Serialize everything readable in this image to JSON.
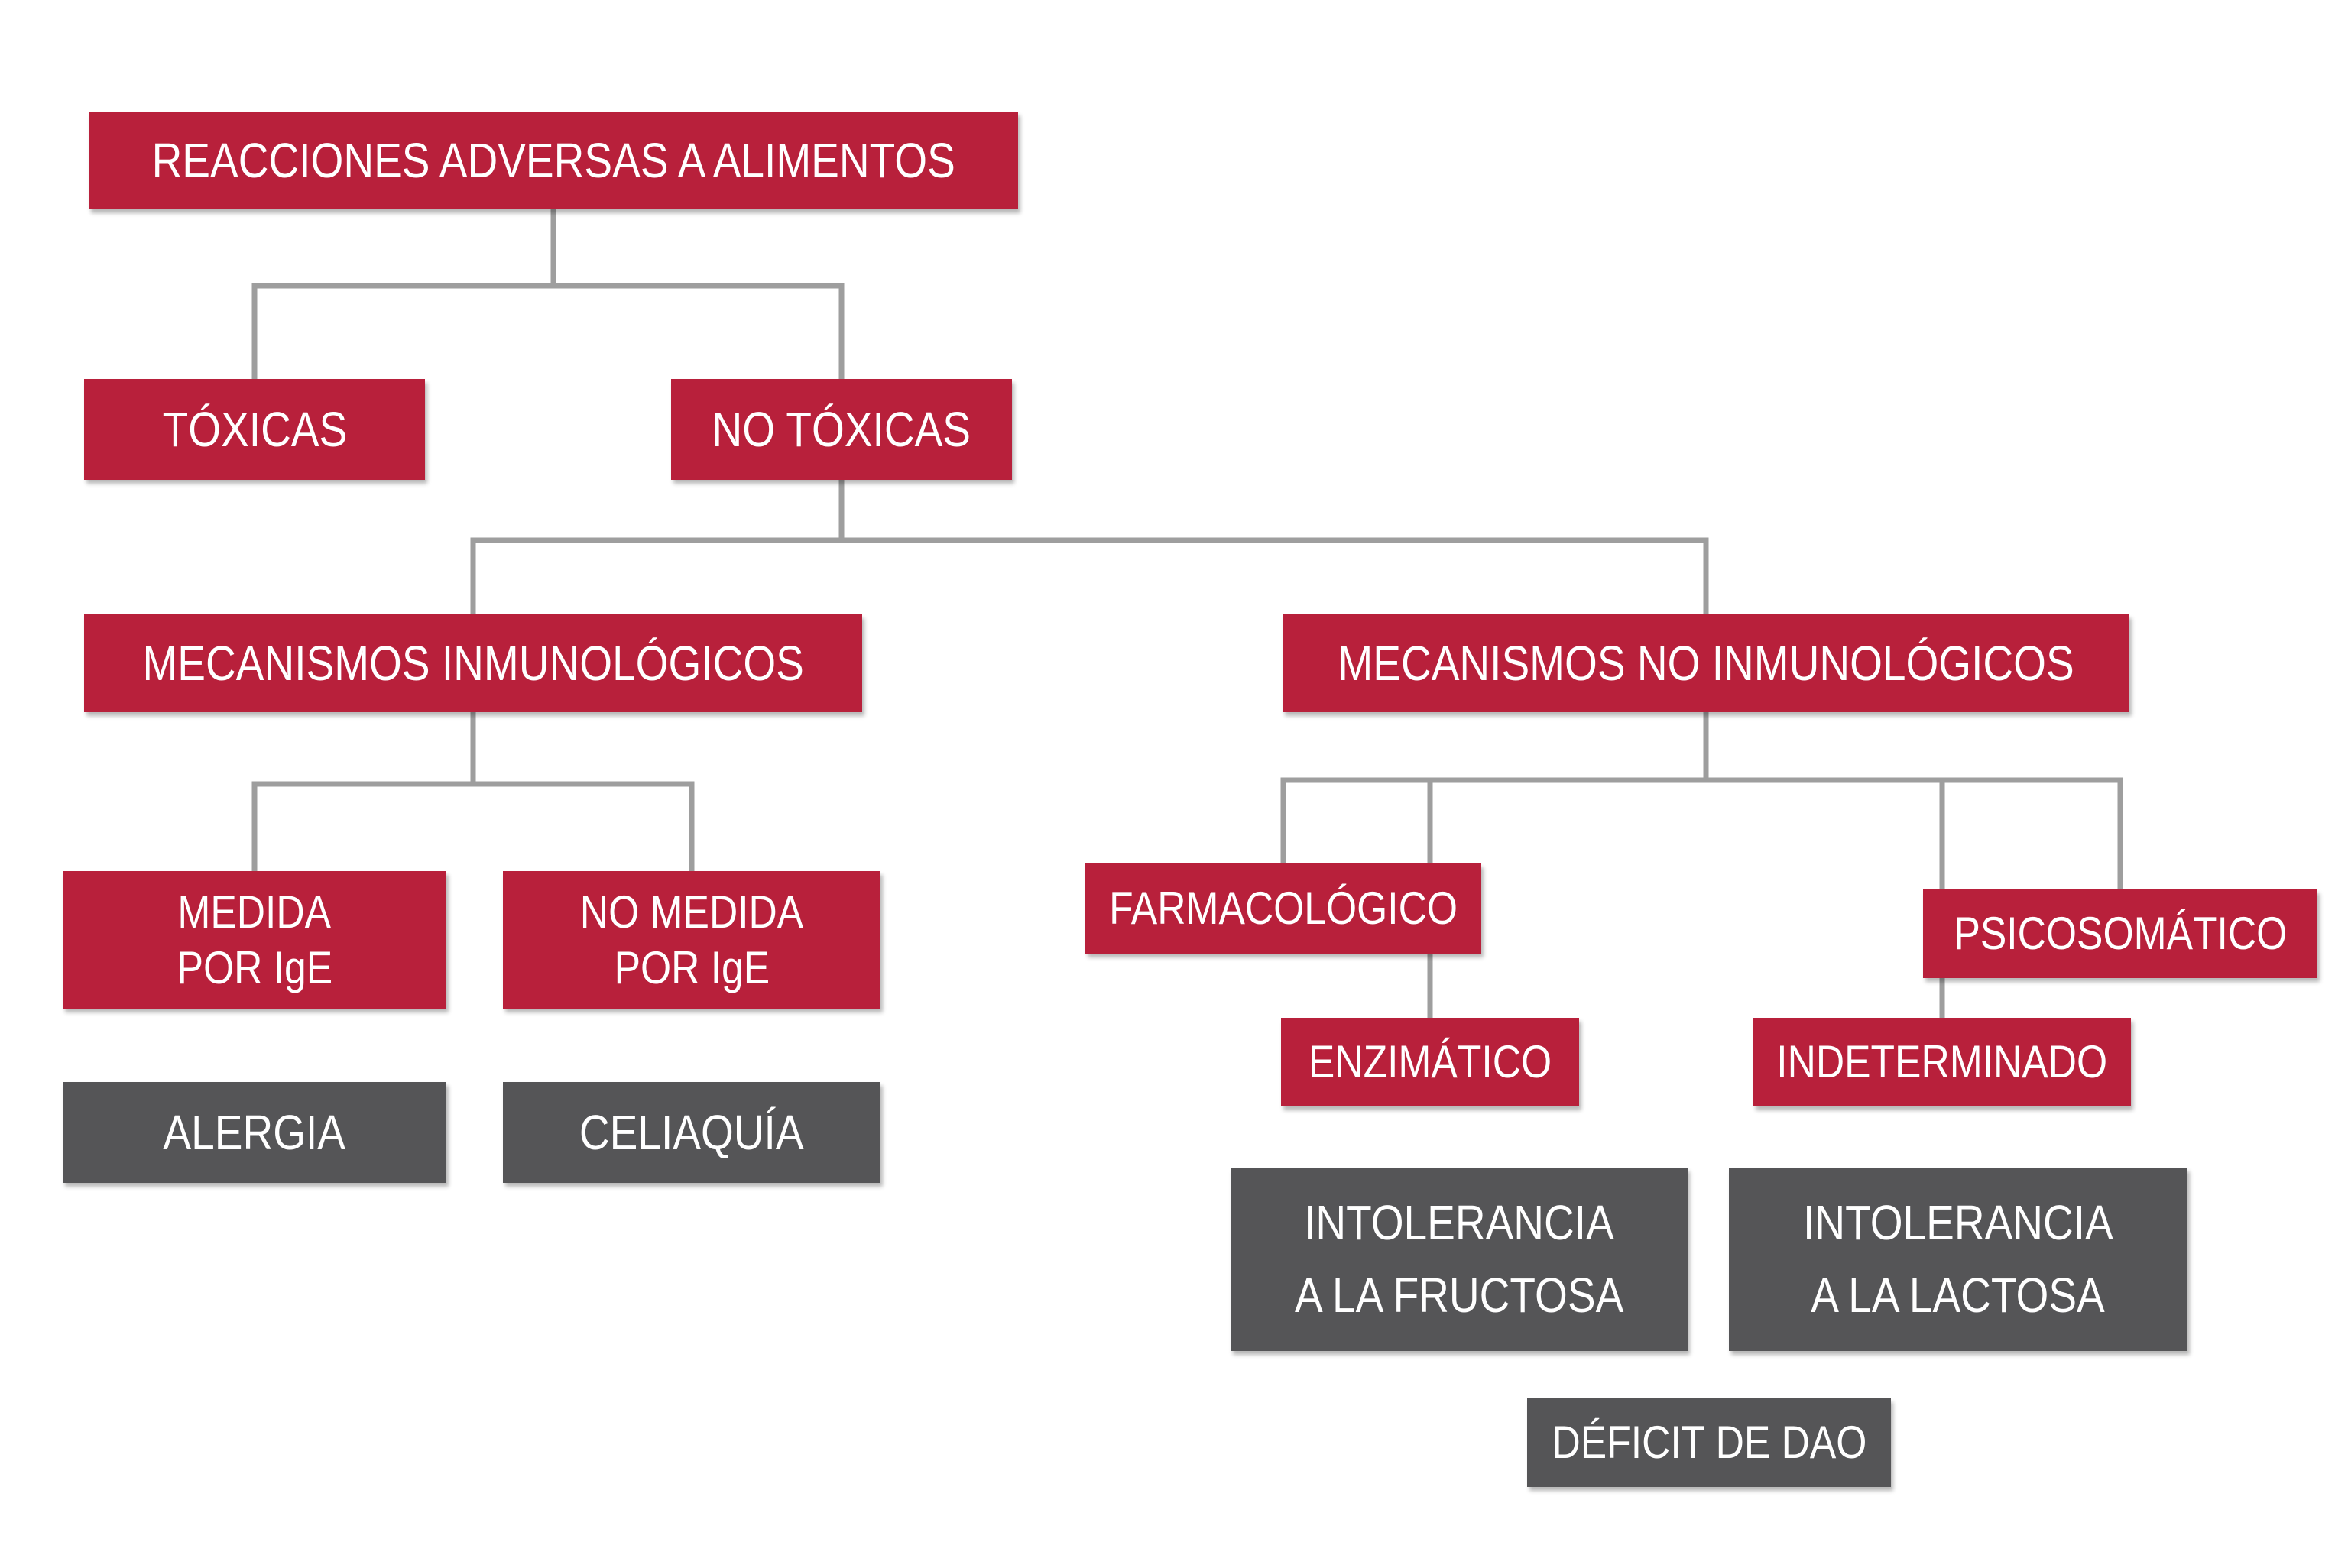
{
  "diagram": {
    "colors": {
      "primary_box": "#b8203b",
      "condition_box": "#555557",
      "connector": "#9e9e9e"
    },
    "nodes": {
      "root": {
        "lines": [
          "REACCIONES ADVERSAS A ALIMENTOS"
        ]
      },
      "toxicas": {
        "lines": [
          "TÓXICAS"
        ]
      },
      "no_toxicas": {
        "lines": [
          "NO TÓXICAS"
        ]
      },
      "mec_inmuno": {
        "lines": [
          "MECANISMOS INMUNOLÓGICOS"
        ]
      },
      "mec_no_inmuno": {
        "lines": [
          "MECANISMOS NO INMUNOLÓGICOS"
        ]
      },
      "medida_ige": {
        "lines": [
          "MEDIDA",
          "POR IgE"
        ]
      },
      "no_medida_ige": {
        "lines": [
          "NO MEDIDA",
          "POR IgE"
        ]
      },
      "farmacologico": {
        "lines": [
          "FARMACOLÓGICO"
        ]
      },
      "enzimatico": {
        "lines": [
          "ENZIMÁTICO"
        ]
      },
      "indeterminado": {
        "lines": [
          "INDETERMINADO"
        ]
      },
      "psicosomatico": {
        "lines": [
          "PSICOSOMÁTICO"
        ]
      },
      "alergia": {
        "lines": [
          "ALERGIA"
        ]
      },
      "celiaquia": {
        "lines": [
          "CELIAQUÍA"
        ]
      },
      "int_fructosa": {
        "lines": [
          "INTOLERANCIA",
          "A LA FRUCTOSA"
        ]
      },
      "int_lactosa": {
        "lines": [
          "INTOLERANCIA",
          "A LA LACTOSA"
        ]
      },
      "deficit_dao": {
        "lines": [
          "DÉFICIT DE DAO"
        ]
      }
    },
    "edges": [
      {
        "from": "root",
        "to": "toxicas"
      },
      {
        "from": "root",
        "to": "no_toxicas"
      },
      {
        "from": "no_toxicas",
        "to": "mec_inmuno"
      },
      {
        "from": "no_toxicas",
        "to": "mec_no_inmuno"
      },
      {
        "from": "mec_inmuno",
        "to": "medida_ige"
      },
      {
        "from": "mec_inmuno",
        "to": "no_medida_ige"
      },
      {
        "from": "mec_no_inmuno",
        "to": "farmacologico"
      },
      {
        "from": "mec_no_inmuno",
        "to": "enzimatico"
      },
      {
        "from": "mec_no_inmuno",
        "to": "indeterminado"
      },
      {
        "from": "mec_no_inmuno",
        "to": "psicosomatico"
      }
    ]
  }
}
